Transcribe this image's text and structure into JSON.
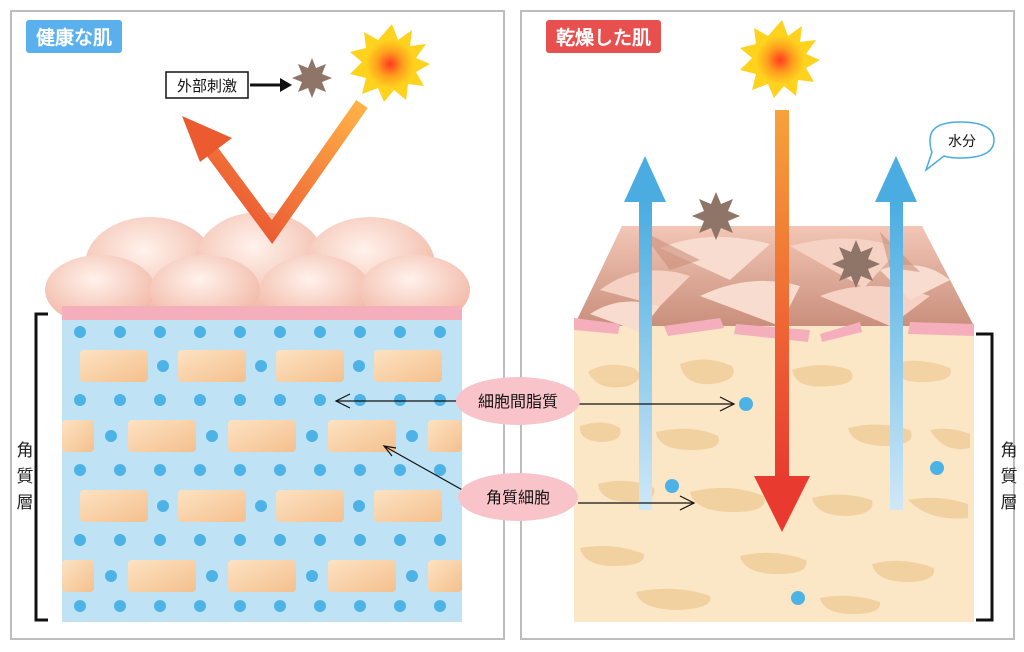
{
  "panels": {
    "healthy": {
      "title": "健康な肌",
      "title_color": "#5ab0ec"
    },
    "dry": {
      "title": "乾燥した肌",
      "title_color": "#e85050"
    }
  },
  "labels": {
    "external_stimulus": "外部刺激",
    "water": "水分",
    "stratum_corneum": "角質層",
    "intercellular_lipid": "細胞間脂質",
    "corneocyte": "角質細胞"
  },
  "colors": {
    "lipid_blue": "#bfe3f5",
    "dot_blue": "#4db3e6",
    "cell_peach": "#f9d3a8",
    "dry_base": "#fbe7c6",
    "label_pink": "#f8c3c9",
    "arrow_red": "#e84a2f",
    "water_arrow": "#4aace0"
  }
}
